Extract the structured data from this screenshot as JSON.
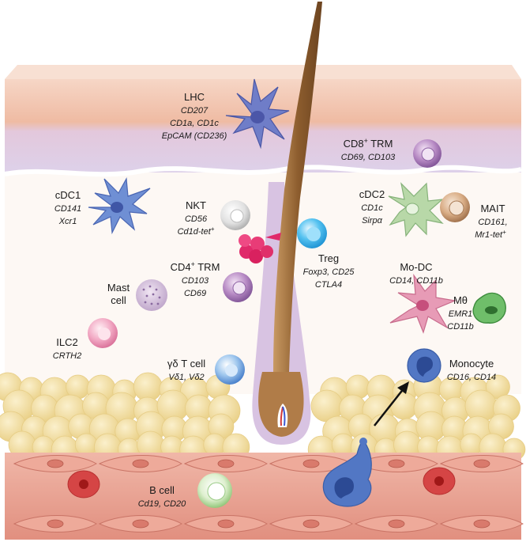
{
  "diagram": {
    "colors": {
      "epidermis_top": "#f3c2ad",
      "epidermis_bottom": "#e1cfe5",
      "dermis": "#fdf7f2",
      "fat": "#f2dfa0",
      "vessel": "#e7a090",
      "hair": "#9a6a38",
      "arrow": "#111111"
    },
    "cells": [
      {
        "id": "lhc",
        "name": "LHC",
        "markers": [
          "CD207",
          "CD1a, CD1c",
          "EpCAM (CD236)"
        ]
      },
      {
        "id": "cd8-trm",
        "name": "CD8",
        "name_sup": "+",
        "name_after": " TRM",
        "markers": [
          "CD69, CD103"
        ]
      },
      {
        "id": "cdc1",
        "name": "cDC1",
        "markers": [
          "CD141",
          "Xcr1"
        ]
      },
      {
        "id": "nkt",
        "name": "NKT",
        "markers": [
          "CD56",
          "Cd1d-tet",
          ""
        ],
        "marker3_sup": "+"
      },
      {
        "id": "cdc2",
        "name": "cDC2",
        "markers": [
          "CD1c",
          "Sirpα"
        ]
      },
      {
        "id": "mait",
        "name": "MAIT",
        "markers": [
          "CD161,",
          "Mr1-tet"
        ],
        "marker2_sup": "+"
      },
      {
        "id": "treg",
        "name": "Treg",
        "markers": [
          "Foxp3, CD25",
          "CTLA4"
        ]
      },
      {
        "id": "cd4-trm",
        "name": "CD4",
        "name_sup": "+",
        "name_after": " TRM",
        "markers": [
          "CD103",
          "CD69"
        ]
      },
      {
        "id": "mast",
        "name": "Mast",
        "name2": "cell",
        "markers": []
      },
      {
        "id": "mo-dc",
        "name": "Mo-DC",
        "markers": [
          "CD14, CD11b"
        ]
      },
      {
        "id": "macrophage",
        "name": "Mθ",
        "markers": [
          "EMR1",
          "CD11b"
        ]
      },
      {
        "id": "ilc2",
        "name": "ILC2",
        "markers": [
          "CRTH2"
        ]
      },
      {
        "id": "gd-t",
        "name": "γδ T cell",
        "markers": [
          "Vδ1, Vδ2"
        ]
      },
      {
        "id": "monocyte",
        "name": "Monocyte",
        "markers": [
          "CD16, CD14"
        ]
      },
      {
        "id": "b-cell",
        "name": "B cell",
        "markers": [
          "Cd19, CD20"
        ]
      }
    ]
  }
}
